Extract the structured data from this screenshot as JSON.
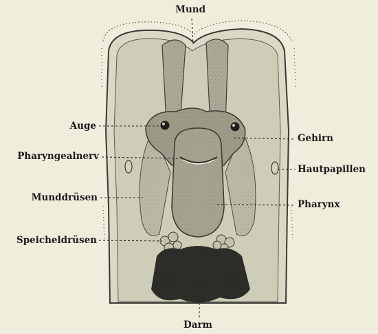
{
  "figure": {
    "background": "#efeedd",
    "ink": "#2a2a28",
    "labels": {
      "mund": "Mund",
      "auge": "Auge",
      "pharyngealnerv": "Pharyngealnerv",
      "munddruesen": "Munddrüsen",
      "speicheldruesen": "Speicheldrüsen",
      "gehirn": "Gehirn",
      "hautpapillen": "Hautpapillen",
      "pharynx": "Pharynx",
      "darm": "Darm"
    }
  }
}
